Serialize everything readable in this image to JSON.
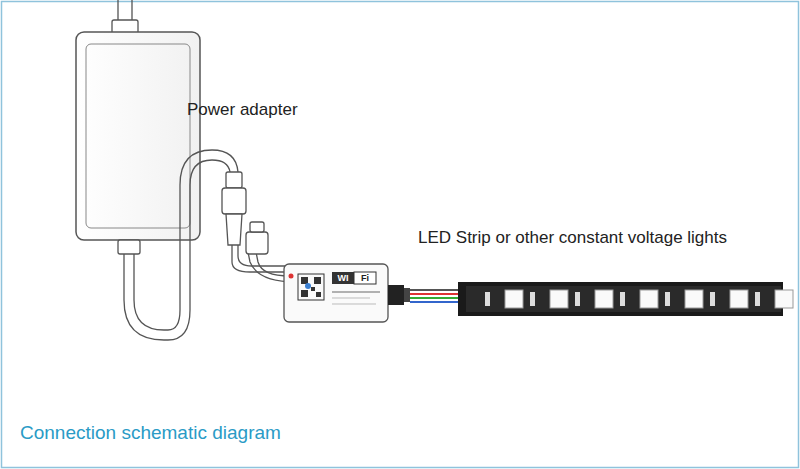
{
  "diagram": {
    "caption": "Connection schematic diagram",
    "labels": [
      "Power adapter",
      "LED Strip or other constant voltage lights",
      "WI",
      "Fi"
    ]
  }
}
